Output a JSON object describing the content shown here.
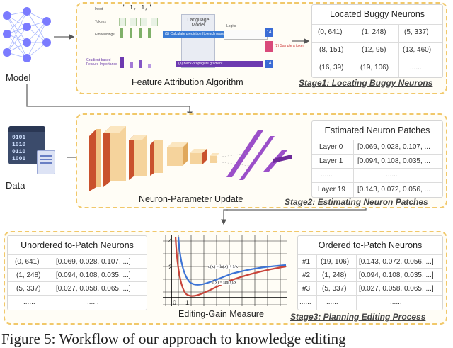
{
  "model_label": "Model",
  "data_label": "Data",
  "stage1": {
    "label": "Stage1: Locating Buggy Neurons",
    "caption": "Feature Attribution Algorithm",
    "card_title": "Located Buggy Neurons",
    "neurons": [
      [
        "(0, 641)",
        "(1, 248)",
        "(5, 337)"
      ],
      [
        "(8, 151)",
        "(12, 95)",
        "(13, 460)"
      ],
      [
        "(16, 39)",
        "(19, 106)",
        "......"
      ]
    ],
    "diagram": {
      "input": "Input",
      "input_value": "' 1, 1,'",
      "tokens": "Tokens",
      "embeddings": "Embeddings",
      "gradient_importance": "Gradient-based Feature Importance",
      "language_model": "Language Model",
      "step1": "(1) Calculate prediction (to each pass)",
      "step2": "(2) Sample a token",
      "step3": "(3) Back-propagate gradient",
      "logits": "Logits",
      "token_value": "14"
    }
  },
  "stage2": {
    "label": "Stage2: Estimating Neuron Patches",
    "caption": "Neuron-Parameter Update",
    "card_title": "Estimated Neuron Patches",
    "rows": [
      {
        "layer": "Layer 0",
        "values": "[0.069, 0.028, 0.107, ..."
      },
      {
        "layer": "Layer 1",
        "values": "[0.094, 0.108, 0.035, ..."
      },
      {
        "layer": "......",
        "values": "......"
      },
      {
        "layer": "Layer 19",
        "values": "[0.143, 0.072, 0.056, ..."
      }
    ]
  },
  "stage3": {
    "label": "Stage3: Planning Editing Process",
    "caption": "Editing-Gain Measure",
    "unordered": {
      "title": "Unordered to-Patch Neurons",
      "rows": [
        {
          "id": "(0, 641)",
          "values": "[0.069, 0.028, 0.107, ...]"
        },
        {
          "id": "(1, 248)",
          "values": "[0.094, 0.108, 0.035, ...]"
        },
        {
          "id": "(5, 337)",
          "values": "[0.027, 0.058, 0.065, ...]"
        },
        {
          "id": "......",
          "values": "......"
        }
      ]
    },
    "ordered": {
      "title": "Ordered to-Patch Neurons",
      "rows": [
        {
          "rank": "#1",
          "id": "(19, 106)",
          "values": "[0.143, 0.072, 0.056, ...]"
        },
        {
          "rank": "#2",
          "id": "(1, 248)",
          "values": "[0.094, 0.108, 0.035, ...]"
        },
        {
          "rank": "#3",
          "id": "(5, 337)",
          "values": "[0.027, 0.058, 0.065, ...]"
        },
        {
          "rank": "......",
          "id": "......",
          "values": "......"
        }
      ]
    },
    "plot": {
      "ytick_top": "4",
      "ytick_mid": "2",
      "xtick_0": "0",
      "xtick_1": "1",
      "eq1": "u(x) = ln(x) + 1/x",
      "eq2": "f(x) = sin(x)/x"
    }
  },
  "figure_caption": "Figure 5: Workflow of our approach to knowledge editing"
}
